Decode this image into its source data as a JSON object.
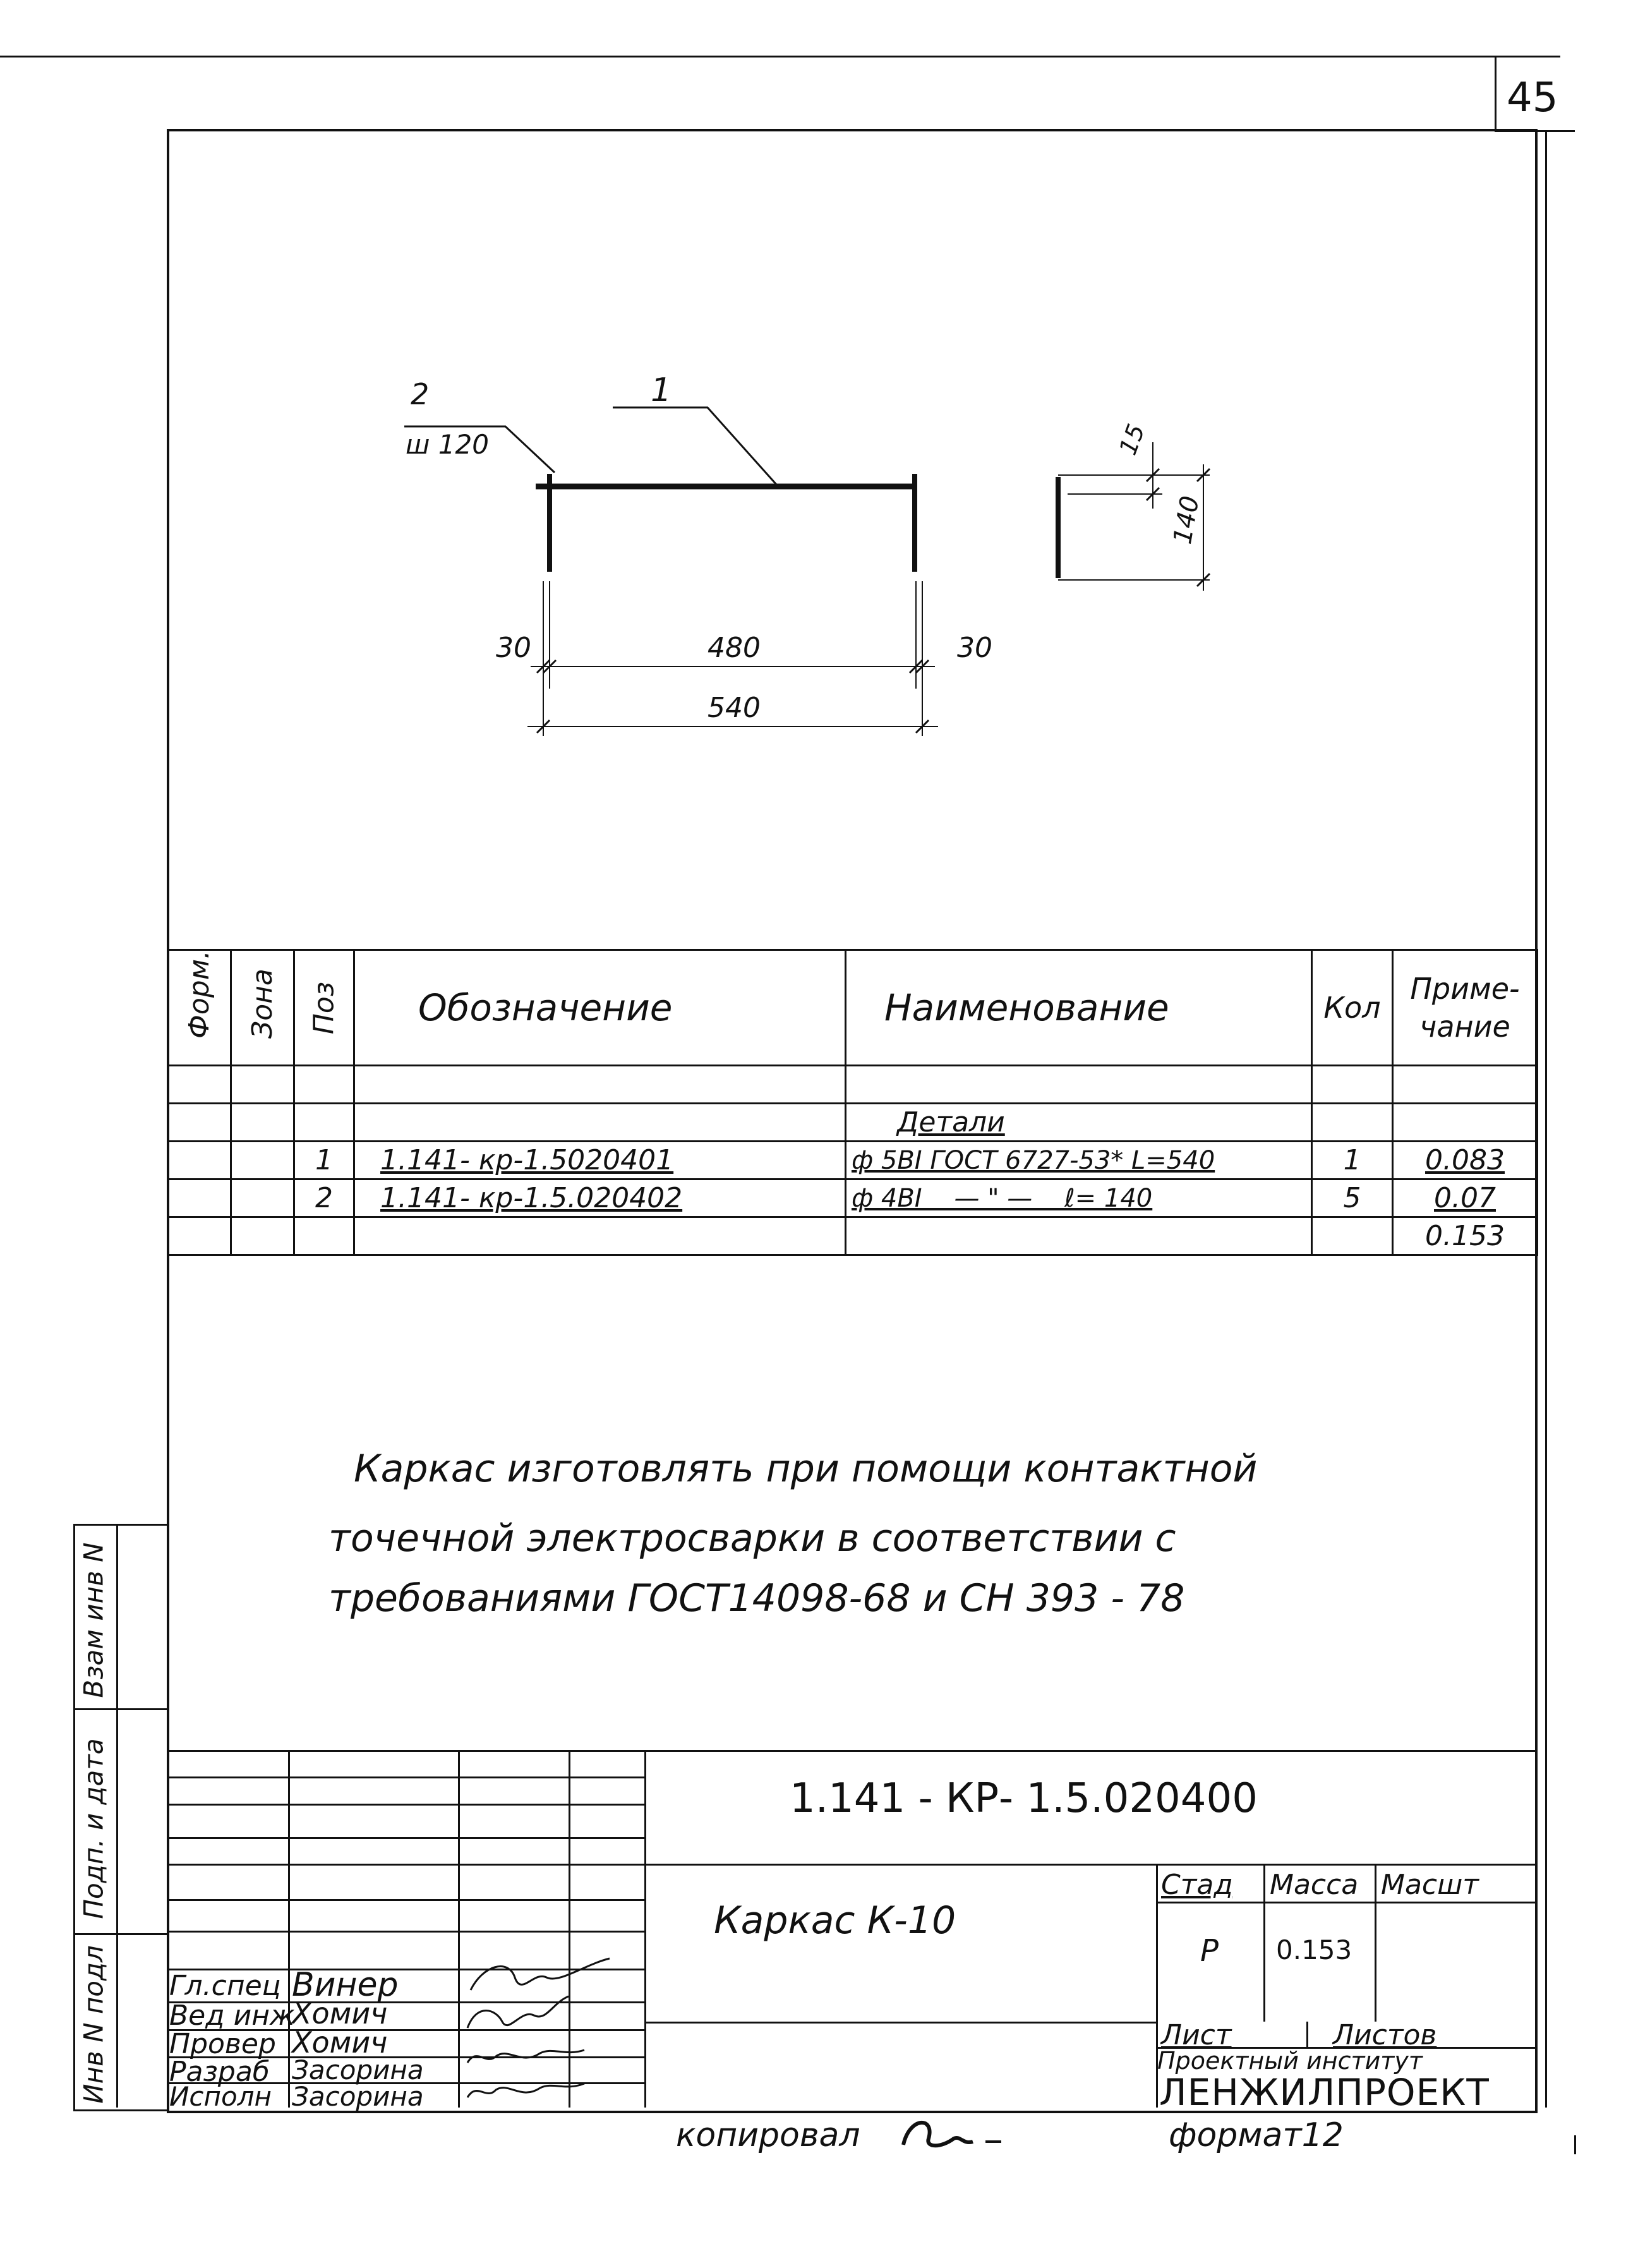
{
  "page_number": "45",
  "drawing": {
    "leader_pos1": "1",
    "leader_pos2": "2",
    "leader_pos2_spacing": "ш 120",
    "dim_left_30": "30",
    "dim_480": "480",
    "dim_right_30": "30",
    "dim_540": "540",
    "dim_15": "15",
    "dim_140": "140"
  },
  "spec_table": {
    "headers": {
      "format": "Форм.",
      "zone": "Зона",
      "pos": "Поз",
      "designation": "Обозначение",
      "name": "Наименование",
      "qty": "Кол",
      "note_line1": "Приме-",
      "note_line2": "чание"
    },
    "section_title": "Детали",
    "rows": [
      {
        "pos": "1",
        "designation": "1.141- кр-1.5020401",
        "name": "ф 5ВI ГОСТ 6727-53* L=540",
        "qty": "1",
        "note": "0.083"
      },
      {
        "pos": "2",
        "designation": "1.141- кр-1.5.020402",
        "name": "ф 4ВI    — \" —    ℓ= 140",
        "qty": "5",
        "note": "0.07"
      }
    ],
    "total_note": "0.153"
  },
  "instruction": {
    "line1": "Каркас изготовлять при помощи контактной",
    "line2": "точечной электросварки в соответствии с",
    "line3": "требованиями ГОСТ14098-68 и СН 393 - 78"
  },
  "side_stamp": {
    "inv_podl": "Инв N подл",
    "podp_data": "Подп. и дата",
    "vzam_inv": "Взам инв N"
  },
  "title_block": {
    "doc_code": "1.141 - КР- 1.5.020400",
    "item_name": "Каркас К-10",
    "stage_label": "Стад",
    "mass_label": "Масса",
    "scale_label": "Масшт",
    "stage_value": "Р",
    "mass_value": "0.153",
    "sheet_label": "Лист",
    "sheets_label": "Листов",
    "institute_line1": "Проектный институт",
    "institute_line2": "ЛЕНЖИЛПРОЕКТ",
    "roles": [
      {
        "role": "Гл.спец",
        "name": "Винер"
      },
      {
        "role": "Вед инж",
        "name": "Хомич"
      },
      {
        "role": "Провер",
        "name": "Хомич"
      },
      {
        "role": "Разраб",
        "name": "Засорина"
      },
      {
        "role": "Исполн",
        "name": "Засорина"
      }
    ]
  },
  "footer": {
    "copied_label": "копировал",
    "format_label": "формат12"
  }
}
